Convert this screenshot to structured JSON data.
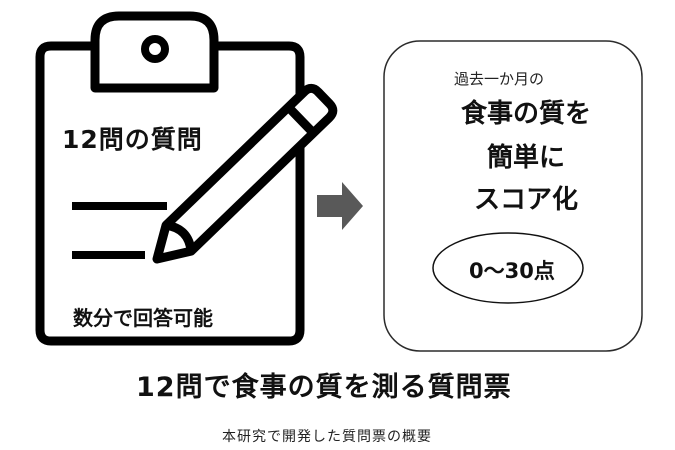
{
  "clipboard": {
    "title": "12問の質問",
    "footer": "数分で回答可能",
    "icon": "clipboard-with-pencil-icon"
  },
  "arrow": {
    "icon": "right-arrow-icon",
    "color": "#595959"
  },
  "score_panel": {
    "period": "過去一か月の",
    "line1": "食事の質を",
    "line2": "簡単に",
    "line3": "スコア化",
    "range": "0〜30点"
  },
  "headline": "12問で食事の質を測る質問票",
  "caption": "本研究で開発した質問票の概要"
}
